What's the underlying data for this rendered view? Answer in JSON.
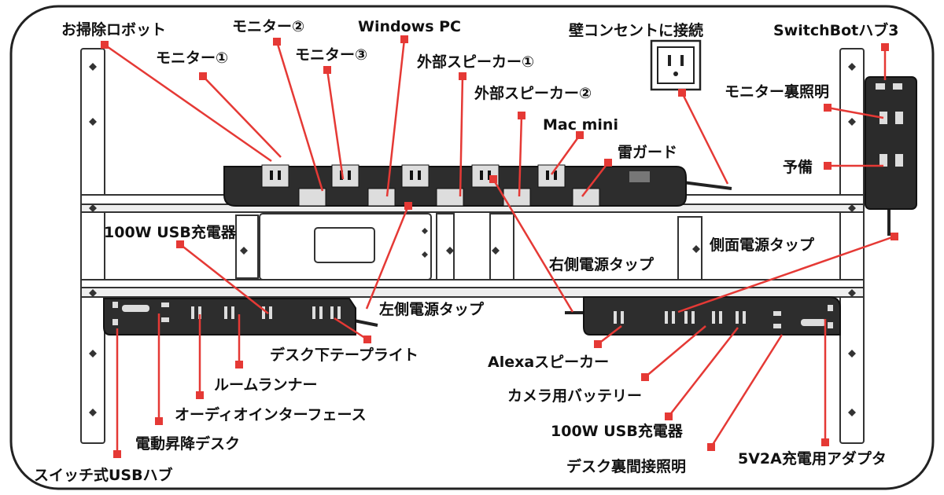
{
  "colors": {
    "leader": "#e53935",
    "outlet_body": "#2b2b2b",
    "frame_stroke": "#333333",
    "background": "#ffffff"
  },
  "labels": {
    "robot": "お掃除ロボット",
    "monitor2": "モニター②",
    "windows_pc": "Windows PC",
    "wall_outlet": "壁コンセントに接続",
    "switchbot_hub": "SwitchBotハブ3",
    "monitor1": "モニター①",
    "monitor3": "モニター③",
    "ext_speaker1": "外部スピーカー①",
    "ext_speaker2": "外部スピーカー②",
    "monitor_backlight": "モニター裏照明",
    "mac_mini": "Mac mini",
    "surge_guard": "雷ガード",
    "spare": "予備",
    "usb_charger_left": "100W USB充電器",
    "side_strip": "側面電源タップ",
    "right_strip": "右側電源タップ",
    "left_strip": "左側電源タップ",
    "under_desk_tape_light": "デスク下テープライト",
    "alexa_speaker": "Alexaスピーカー",
    "room_runner": "ルームランナー",
    "camera_battery": "カメラ用バッテリー",
    "audio_interface": "オーディオインターフェース",
    "usb_charger_right": "100W USB充電器",
    "electric_desk": "電動昇降デスク",
    "under_desk_indirect_light": "デスク裏間接照明",
    "switch_usb_hub": "スイッチ式USBハブ",
    "adapter_5v2a": "5V2A充電用アダプタ"
  }
}
